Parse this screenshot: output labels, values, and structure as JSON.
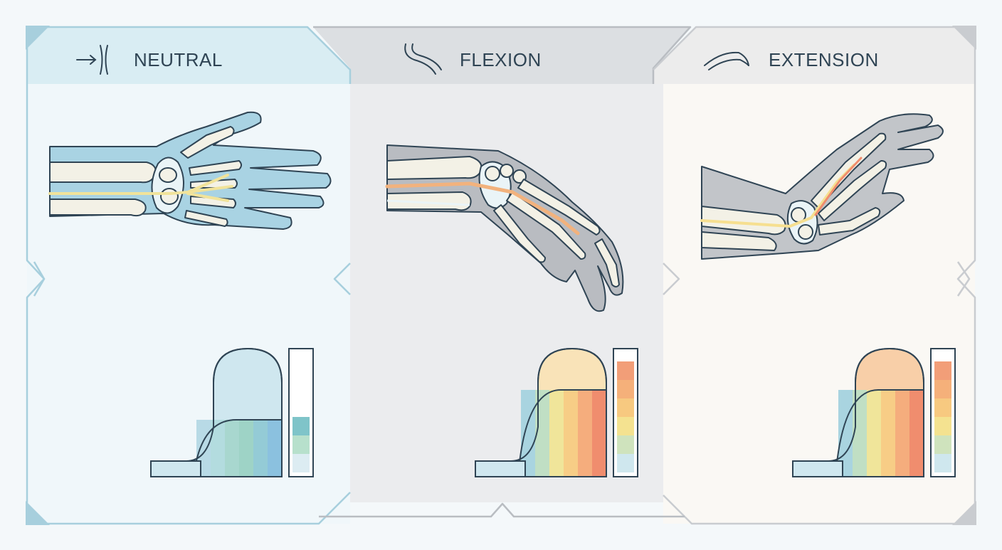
{
  "panels": [
    {
      "title": "NEUTRAL",
      "icon": "neutral-arrow-icon",
      "header_color": "#d9edf3",
      "body_color": "#f0f7fa",
      "skin_color": "#a9d3e3",
      "nerve_color": "#f1e39a",
      "gauge_fill_colors": [
        "#b8dae6",
        "#b3dcdf",
        "#a8d7cf",
        "#9ed3c6",
        "#94cbd6",
        "#8bc1df"
      ],
      "meter_segments": [
        "#7fc4c9",
        "#b7e0cc",
        "#dcecf2"
      ]
    },
    {
      "title": "FLEXION",
      "icon": "flexion-curve-icon",
      "header_color": "#dcdfe2",
      "body_color": "#ebecee",
      "skin_color": "#b9bcc1",
      "nerve_color": "#f2b27d",
      "gauge_fill_colors": [
        "#a9d4e0",
        "#c0dfc4",
        "#f0e59a",
        "#f7cd86",
        "#f5ad7d",
        "#f08d6e"
      ],
      "meter_segments": [
        "#f29e78",
        "#f5b07a",
        "#f7c980",
        "#f4e290",
        "#cfe3bd",
        "#cfe7ee"
      ]
    },
    {
      "title": "EXTENSION",
      "icon": "extension-arc-icon",
      "header_color": "#ececec",
      "body_color": "#faf8f4",
      "skin_color": "#c2c5c9",
      "nerve_color": "#f6df90",
      "gauge_fill_colors": [
        "#a9d4e0",
        "#c0dfc4",
        "#f0e59a",
        "#f7cd86",
        "#f5ad7d",
        "#f08d6e"
      ],
      "meter_segments": [
        "#f29e78",
        "#f5b07a",
        "#f7c980",
        "#f4e290",
        "#cfe3bd",
        "#cfe7ee"
      ]
    }
  ],
  "colors": {
    "frame": "#a7cfdd",
    "line": "#2f4454",
    "bone": "#f3f1e6",
    "tendon": "#eaf4f7"
  }
}
